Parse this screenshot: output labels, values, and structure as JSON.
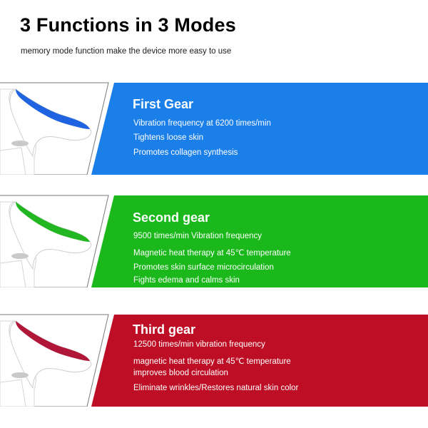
{
  "header": {
    "title": "3 Functions in 3 Modes",
    "subtitle": "memory mode function make the device more easy to use"
  },
  "colors": {
    "frame_line": "#7a7a7a",
    "device_body": "#ffffff",
    "device_shadow": "#d4d4d4"
  },
  "modes": [
    {
      "title": "First Gear",
      "color": "#1a7fe8",
      "head_color": "#1f63e0",
      "icon": "neck-massager-device-blue-icon",
      "features": [
        "Vibration frequency at 6200 times/min",
        "Tightens loose skin",
        "Promotes collagen synthesis"
      ]
    },
    {
      "title": "Second gear",
      "color": "#1ab81a",
      "head_color": "#22b622",
      "icon": "neck-massager-device-green-icon",
      "features": [
        "9500 times/min Vibration frequency",
        "Magnetic heat therapy at 45℃ temperature",
        "Promotes skin surface microcirculation",
        "Fights edema and calms skin"
      ]
    },
    {
      "title": "Third gear",
      "color": "#bd0e26",
      "head_color": "#b01638",
      "icon": "neck-massager-device-red-icon",
      "features": [
        "12500 times/min vibration frequency",
        "magnetic heat therapy at 45℃ temperature",
        "improves blood circulation",
        "Eliminate wrinkles/Restores natural skin color"
      ]
    }
  ]
}
